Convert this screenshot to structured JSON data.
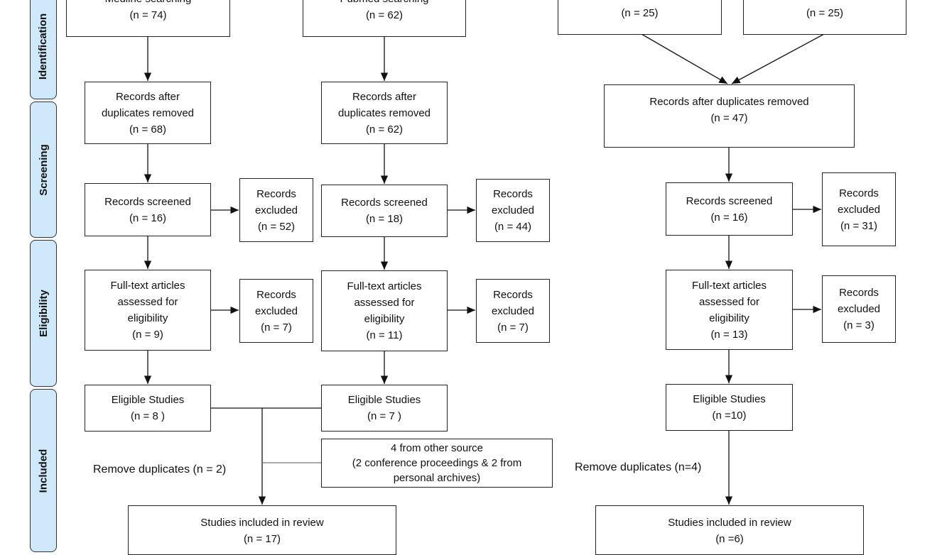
{
  "phases": [
    "Identification",
    "Screening",
    "Eligibility",
    "Included"
  ],
  "left": {
    "source": {
      "label": "Medline searching",
      "n": "(n = 74)"
    },
    "dedup": {
      "label": [
        "Records after",
        "duplicates removed"
      ],
      "n": "(n = 68)"
    },
    "screened": {
      "label": "Records screened",
      "n": "(n = 16)"
    },
    "screen_excluded": {
      "label": [
        "Records",
        "excluded"
      ],
      "n": "(n = 52)"
    },
    "fulltext": {
      "label": [
        "Full-text articles",
        "assessed for",
        "eligibility"
      ],
      "n": "(n = 9)"
    },
    "fulltext_excluded": {
      "label": [
        "Records",
        "excluded"
      ],
      "n": "(n = 7)"
    },
    "eligible": {
      "label": "Eligible Studies",
      "n": "(n = 8 )"
    }
  },
  "middle": {
    "source": {
      "label": "Pubmed searching",
      "n": "(n = 62)"
    },
    "dedup": {
      "label": [
        "Records after",
        "duplicates removed"
      ],
      "n": "(n = 62)"
    },
    "screened": {
      "label": "Records screened",
      "n": "(n = 18)"
    },
    "screen_excluded": {
      "label": [
        "Records",
        "excluded"
      ],
      "n": "(n = 44)"
    },
    "fulltext": {
      "label": [
        "Full-text articles",
        "assessed for",
        "eligibility"
      ],
      "n": "(n = 11)"
    },
    "fulltext_excluded": {
      "label": [
        "Records",
        "excluded"
      ],
      "n": "(n = 7)"
    },
    "eligible": {
      "label": "Eligible Studies",
      "n": "(n = 7 )"
    },
    "other_source": [
      "4 from other source",
      "(2 conference proceedings & 2 from",
      "personal archives)"
    ]
  },
  "left_merge": {
    "remove_duplicates": "Remove duplicates (n = 2)",
    "included": {
      "label": "Studies included in review",
      "n": "(n = 17)"
    }
  },
  "right": {
    "source_a": {
      "n": "(n = 25)"
    },
    "source_b": {
      "n": "(n = 25)"
    },
    "dedup": {
      "label": "Records after duplicates removed",
      "n": "(n = 47)"
    },
    "screened": {
      "label": "Records screened",
      "n": "(n = 16)"
    },
    "screen_excluded": {
      "label": [
        "Records",
        "excluded"
      ],
      "n": "(n = 31)"
    },
    "fulltext": {
      "label": [
        "Full-text articles",
        "assessed for",
        "eligibility"
      ],
      "n": "(n = 13)"
    },
    "fulltext_excluded": {
      "label": [
        "Records",
        "excluded"
      ],
      "n": "(n = 3)"
    },
    "eligible": {
      "label": "Eligible Studies",
      "n": "(n =10)"
    },
    "remove_duplicates": "Remove duplicates (n=4)",
    "included": {
      "label": "Studies included in review",
      "n": "(n =6)"
    }
  },
  "colors": {
    "phase_band": "#cfe8fa",
    "line": "#222222"
  }
}
